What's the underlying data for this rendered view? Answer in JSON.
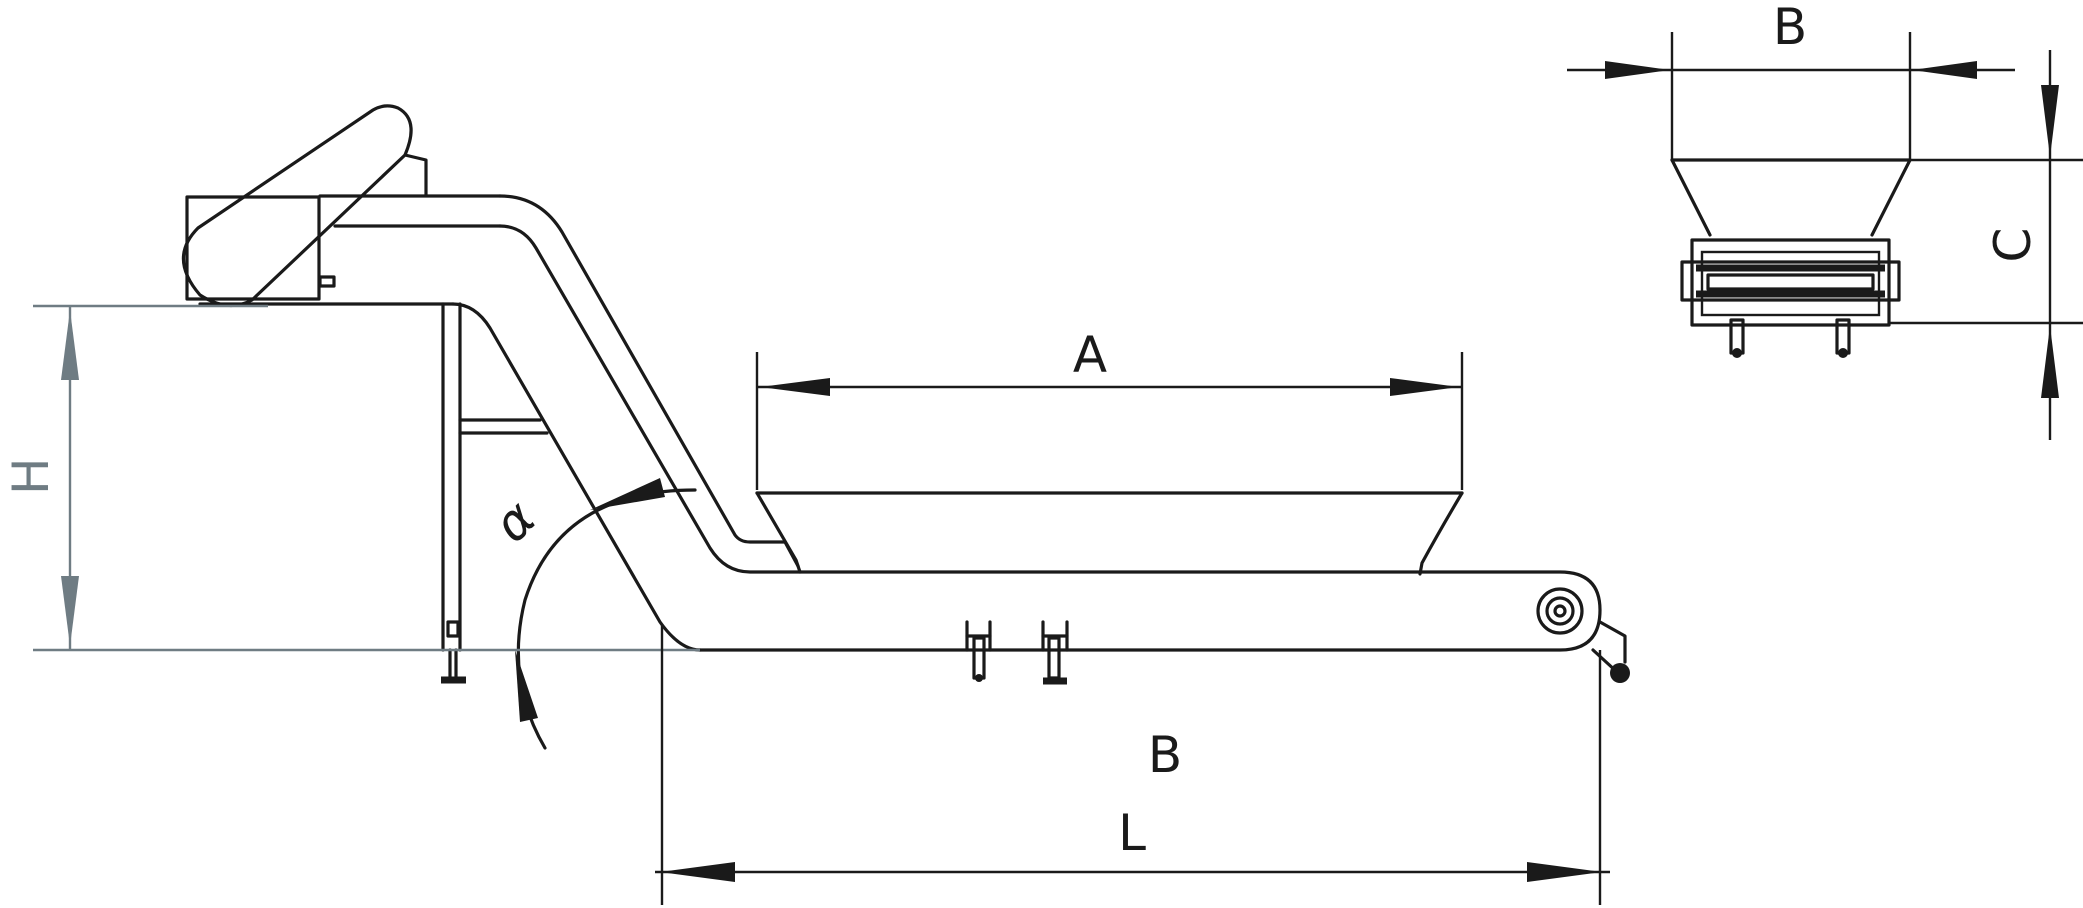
{
  "labels": {
    "A": "A",
    "B_side": "B",
    "B_top": "B",
    "C": "C",
    "H": "H",
    "L": "L",
    "alpha": "α"
  },
  "colors": {
    "line": "#1a1a1a",
    "dimension_gray": "#6f7c83",
    "background": "#ffffff"
  }
}
